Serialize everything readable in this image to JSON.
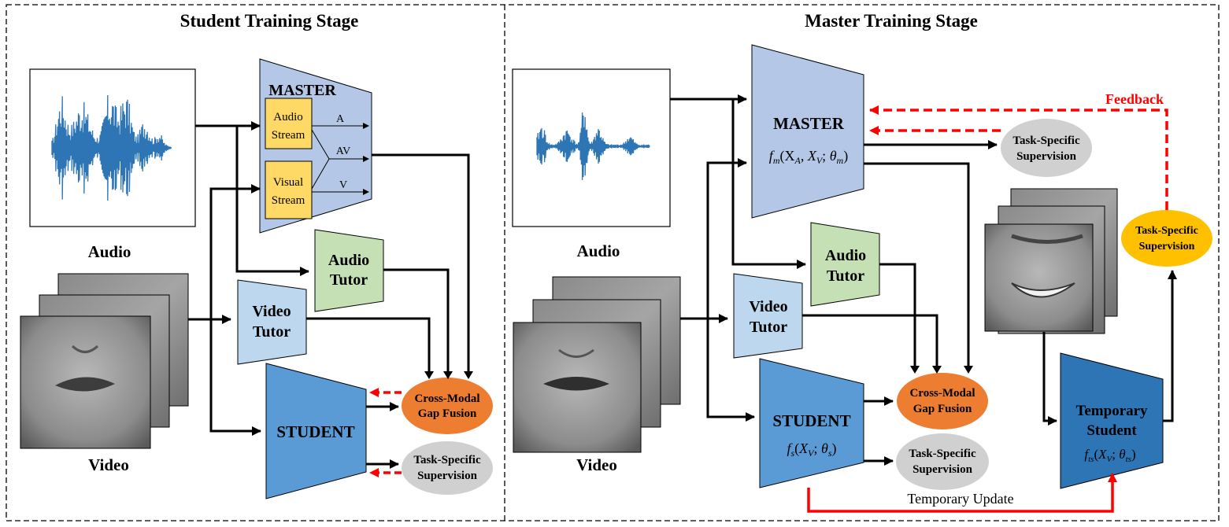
{
  "stages": {
    "student_title": "Student Training Stage",
    "master_title": "Master Training Stage"
  },
  "left": {
    "master_label": "MASTER",
    "audio_stream": [
      "Audio",
      "Stream"
    ],
    "visual_stream": [
      "Visual",
      "Stream"
    ],
    "out_a": "A",
    "out_av": "AV",
    "out_v": "V",
    "audio_label": "Audio",
    "video_label": "Video",
    "audio_tutor": [
      "Audio",
      "Tutor"
    ],
    "video_tutor": [
      "Video",
      "Tutor"
    ],
    "student_label": "STUDENT",
    "fusion": [
      "Cross-Modal",
      "Gap Fusion"
    ],
    "supervision": [
      "Task-Specific",
      "Supervision"
    ]
  },
  "right": {
    "master_label": "MASTER",
    "master_fn": "f",
    "master_fn_sub": "m",
    "master_fn_args": "(X",
    "student_label": "STUDENT",
    "audio_label": "Audio",
    "video_label": "Video",
    "audio_tutor": [
      "Audio",
      "Tutor"
    ],
    "video_tutor": [
      "Video",
      "Tutor"
    ],
    "fusion": [
      "Cross-Modal",
      "Gap Fusion"
    ],
    "supervision_master": [
      "Task-Specific",
      "Supervision"
    ],
    "supervision_student": [
      "Task-Specific",
      "Supervision"
    ],
    "supervision_temp": [
      "Task-Specific",
      "Supervision"
    ],
    "temp_student": [
      "Temporary",
      "Student"
    ],
    "feedback": "Feedback",
    "temporary_update": "Temporary Update"
  },
  "colors": {
    "master": "#b4c7e7",
    "student": "#5b9bd5",
    "temp_student": "#2e75b6",
    "audio_tutor": "#c5e0b4",
    "video_tutor": "#bdd7ee",
    "stream": "#ffd966",
    "fusion": "#ed7d31",
    "supervision": "#d0d0d0",
    "temp_supervision": "#ffc000",
    "feedback": "#ff0000",
    "waveform": "#2e75b6"
  }
}
